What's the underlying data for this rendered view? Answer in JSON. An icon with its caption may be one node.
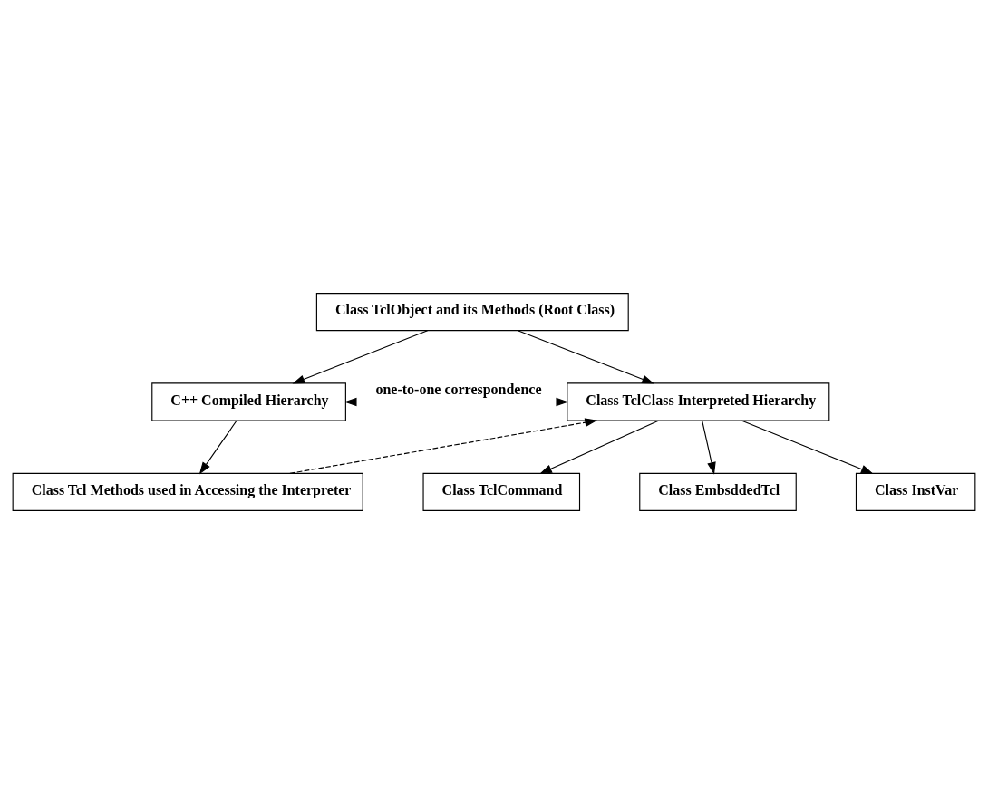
{
  "diagram": {
    "nodes": [
      {
        "text": [
          "Class TclObject and its Methods (Root Class)"
        ]
      },
      {
        "text": [
          "C++ Compiled Hierarchy"
        ]
      },
      {
        "text": [
          "Class TclClass Interpreted Hierarchy"
        ]
      },
      {
        "text": [
          "Class Tcl Methods used in Accessing the Interpreter"
        ]
      },
      {
        "text": [
          "Class TclCommand"
        ]
      },
      {
        "text": [
          "Class EmbsddedTcl"
        ]
      },
      {
        "text": [
          "Class InstVar"
        ]
      }
    ],
    "edges": [
      {
        "from": 0,
        "to": 1,
        "arrow": "to"
      },
      {
        "from": 0,
        "to": 2,
        "arrow": "to"
      },
      {
        "from": 1,
        "to": 2,
        "arrow": "both",
        "label": "one-to-one correspondence"
      },
      {
        "from": 1,
        "to": 3,
        "arrow": "to"
      },
      {
        "from": 3,
        "to": 2,
        "arrow": "to",
        "style": "dashed"
      },
      {
        "from": 2,
        "to": 4,
        "arrow": "to"
      },
      {
        "from": 2,
        "to": 5,
        "arrow": "to"
      },
      {
        "from": 2,
        "to": 6,
        "arrow": "to"
      }
    ]
  }
}
